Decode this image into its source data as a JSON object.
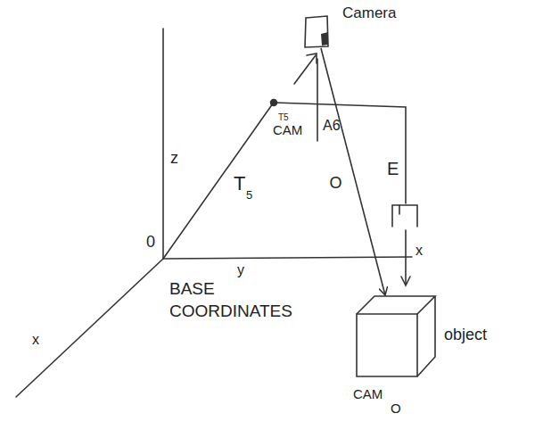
{
  "diagram": {
    "nodes": [
      {
        "text": [
          "Camera"
        ]
      },
      {
        "text": [
          "object"
        ]
      }
    ],
    "edges": [
      {
        "from": 0,
        "to": 1,
        "arrow": "to",
        "label": "O"
      }
    ],
    "labels": [
      "z",
      "0",
      "T",
      "5",
      "T5",
      "CAM",
      "A6",
      "E",
      "x",
      "y",
      "x",
      "BASE COORDINATES",
      "CAM",
      "O"
    ]
  }
}
